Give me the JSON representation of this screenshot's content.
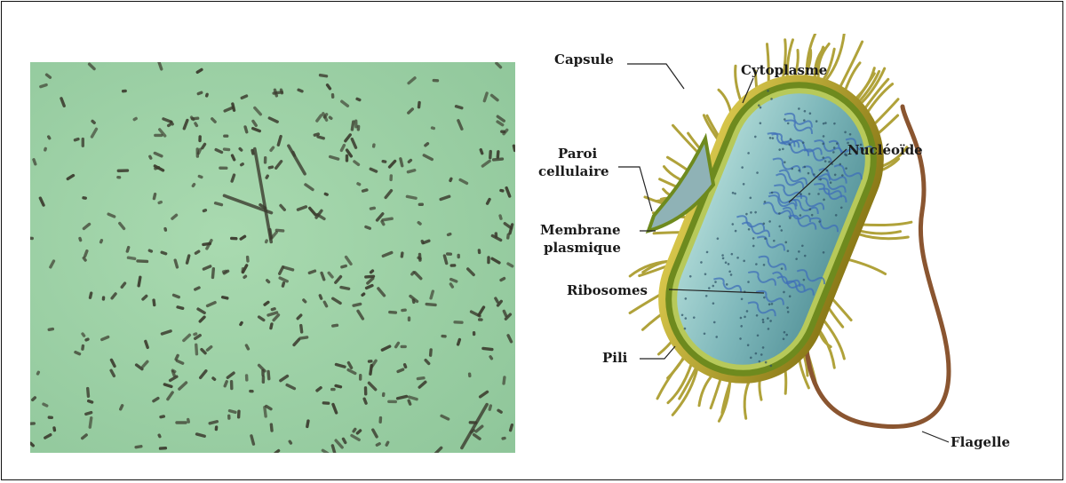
{
  "micrograph": {
    "background_color": "#9fd0a6",
    "cell_color": "#3b3b2e"
  },
  "diagram": {
    "labels": {
      "capsule": "Capsule",
      "cytoplasme": "Cytoplasme",
      "paroi_line1": "Paroi",
      "paroi_line2": "cellulaire",
      "nucleoide": "Nucléoïde",
      "membrane_line1": "Membrane",
      "membrane_line2": "plasmique",
      "ribosomes": "Ribosomes",
      "pili": "Pili",
      "flagelle": "Flagelle"
    },
    "colors": {
      "capsule": "#b9a42c",
      "wall": "#6e8a1e",
      "cytoplasm": "#8fc4c4",
      "nucleoid": "#3f6fb8",
      "flagellum": "#8a5530",
      "pili": "#b0a23a"
    }
  }
}
